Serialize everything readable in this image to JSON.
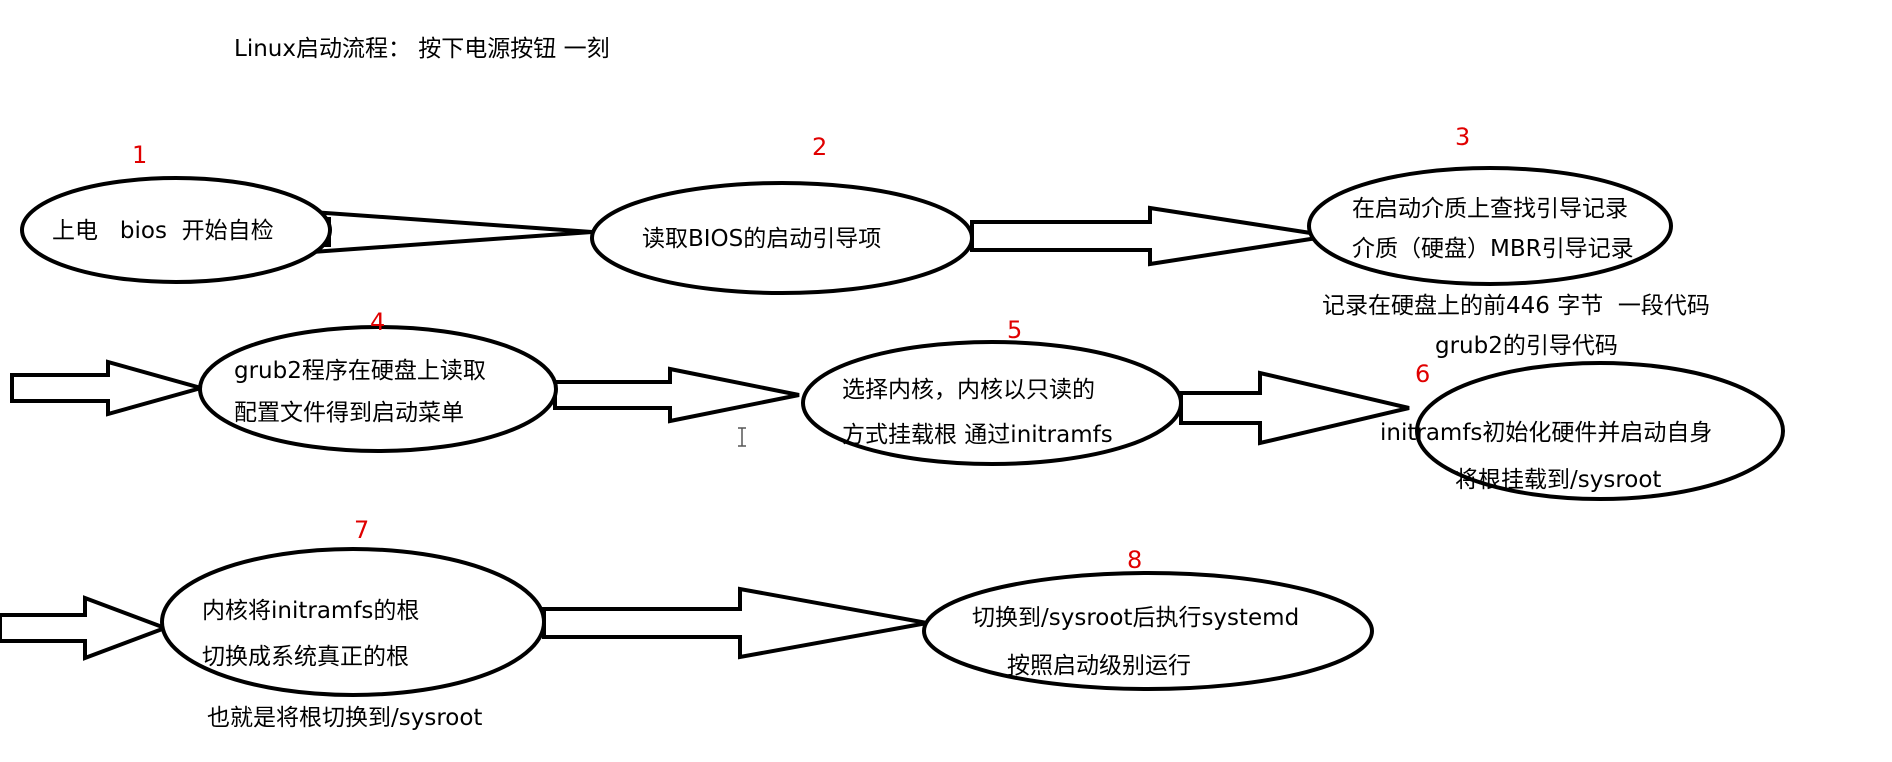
{
  "title": "Linux启动流程：  按下电源按钮 一刻",
  "colors": {
    "number": "#e00000",
    "stroke": "#000000"
  },
  "steps": [
    {
      "num": "1",
      "lines": [
        "上电   bios  开始自检"
      ]
    },
    {
      "num": "2",
      "lines": [
        "读取BIOS的启动引导项"
      ]
    },
    {
      "num": "3",
      "lines": [
        "在启动介质上查找引导记录",
        "介质（硬盘）MBR引导记录"
      ],
      "notes": [
        "记录在硬盘上的前446 字节  一段代码",
        "grub2的引导代码"
      ]
    },
    {
      "num": "4",
      "lines": [
        "grub2程序在硬盘上读取",
        "配置文件得到启动菜单"
      ]
    },
    {
      "num": "5",
      "lines": [
        "选择内核，内核以只读的",
        "方式挂载根 通过initramfs"
      ]
    },
    {
      "num": "6",
      "lines": [
        "initramfs初始化硬件并启动自身",
        "将根挂载到/sysroot"
      ]
    },
    {
      "num": "7",
      "lines": [
        "内核将initramfs的根",
        "切换成系统真正的根"
      ],
      "notes": [
        "也就是将根切换到/sysroot"
      ]
    },
    {
      "num": "8",
      "lines": [
        "切换到/sysroot后执行systemd",
        "按照启动级别运行"
      ]
    }
  ],
  "cursor_icon": "text-cursor-icon"
}
